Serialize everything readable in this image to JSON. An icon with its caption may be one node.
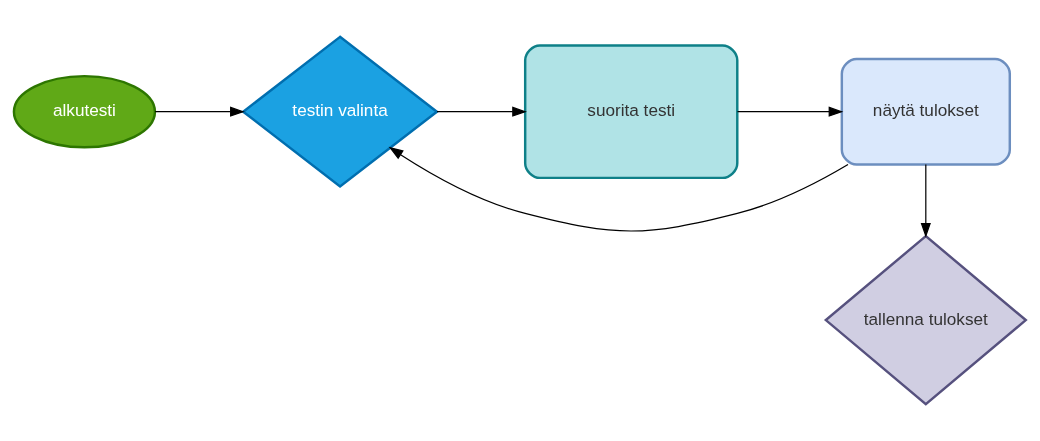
{
  "diagram": {
    "nodes": [
      {
        "text": [
          "alkutesti"
        ]
      },
      {
        "text": [
          "testin valinta"
        ]
      },
      {
        "text": [
          "suorita testi"
        ]
      },
      {
        "text": [
          "näytä tulokset"
        ]
      },
      {
        "text": [
          "tallenna tulokset"
        ]
      }
    ],
    "edges": [
      {
        "from": 0,
        "to": 1,
        "arrow": "to"
      },
      {
        "from": 1,
        "to": 2,
        "arrow": "to"
      },
      {
        "from": 2,
        "to": 3,
        "arrow": "to"
      },
      {
        "from": 3,
        "to": 4,
        "arrow": "to"
      },
      {
        "from": 3,
        "to": 1,
        "arrow": "to"
      }
    ]
  }
}
